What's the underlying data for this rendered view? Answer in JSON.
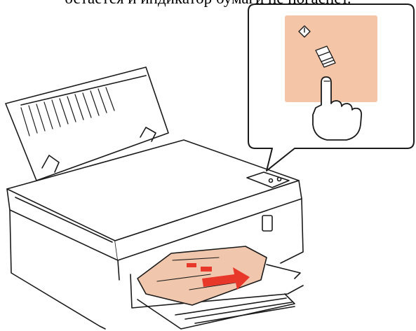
{
  "caption": {
    "text": "остается и индикатор бумаги не погаснет."
  },
  "illustration": {
    "subject": "printer",
    "callout": {
      "panel_icons": [
        "start-diamond-icon",
        "paper-stack-icon"
      ],
      "action": "pressing-finger"
    },
    "colors": {
      "line": "#1a1a1a",
      "paper": "#f0c7ad",
      "panel_highlight": "#f5c5a8",
      "arrow": "#e8382a",
      "body": "#ffffff"
    }
  }
}
